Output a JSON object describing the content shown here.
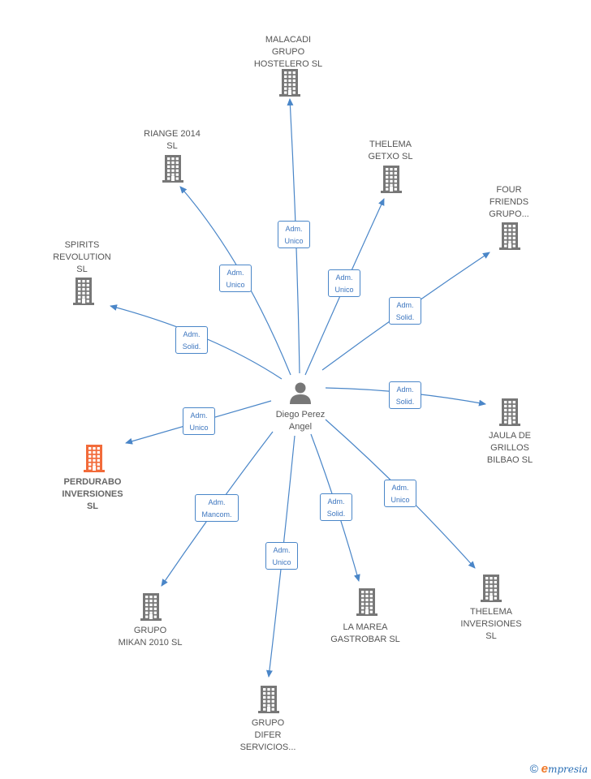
{
  "center": {
    "label": "Diego Perez\nAngel",
    "icon": "person-icon"
  },
  "colors": {
    "edge": "#4a86c8",
    "building": "#777777",
    "focus_building": "#f26b3a",
    "text": "#555555"
  },
  "nodes": [
    {
      "id": "malacadi",
      "label": "MALACADI\nGRUPO\nHOSTELERO  SL",
      "relation": "Adm.\nUnico",
      "focus": false
    },
    {
      "id": "riange",
      "label": "RIANGE 2014\nSL",
      "relation": "Adm.\nUnico",
      "focus": false
    },
    {
      "id": "thelema-getxo",
      "label": "THELEMA\nGETXO  SL",
      "relation": "Adm.\nUnico",
      "focus": false
    },
    {
      "id": "four-friends",
      "label": "FOUR\nFRIENDS\nGRUPO...",
      "relation": "Adm.\nSolid.",
      "focus": false
    },
    {
      "id": "spirits",
      "label": "SPIRITS\nREVOLUTION\nSL",
      "relation": "Adm.\nSolid.",
      "focus": false
    },
    {
      "id": "jaula",
      "label": "JAULA DE\nGRILLOS\nBILBAO  SL",
      "relation": "Adm.\nSolid.",
      "focus": false
    },
    {
      "id": "perdurabo",
      "label": "PERDURABO\nINVERSIONES\nSL",
      "relation": "Adm.\nUnico",
      "focus": true
    },
    {
      "id": "mikan",
      "label": "GRUPO\nMIKAN 2010 SL",
      "relation": "Adm.\nMancom.",
      "focus": false
    },
    {
      "id": "difer",
      "label": "GRUPO\nDIFER\nSERVICIOS...",
      "relation": "Adm.\nUnico",
      "focus": false
    },
    {
      "id": "la-marea",
      "label": "LA MAREA\nGASTROBAR  SL",
      "relation": "Adm.\nSolid.",
      "focus": false
    },
    {
      "id": "thelema-inv",
      "label": "THELEMA\nINVERSIONES\nSL",
      "relation": "Adm.\nUnico",
      "focus": false
    }
  ],
  "footer": {
    "copyright_symbol": "©",
    "brand_e": "e",
    "brand_rest": "mpresia"
  }
}
